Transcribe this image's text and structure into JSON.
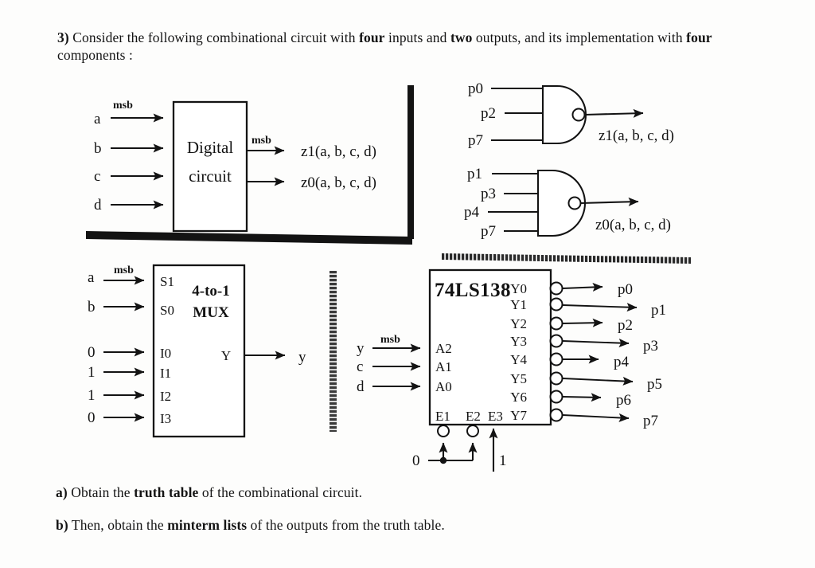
{
  "question": {
    "number": "3)",
    "intro_part1": " Consider the following combinational circuit with ",
    "intro_bold1": "four",
    "intro_part2": " inputs and ",
    "intro_bold2": "two",
    "intro_part3": " outputs, and its implementation with ",
    "intro_bold3": "four",
    "intro_part4": " components :",
    "a_marker": "a)",
    "a_part1": " Obtain the ",
    "a_bold": "truth table",
    "a_part2": " of the combinational circuit.",
    "b_marker": "b)",
    "b_part1": " Then, obtain the ",
    "b_bold": "minterm lists",
    "b_part2": " of the outputs from the truth table."
  },
  "block_diagram": {
    "box_line1": "Digital",
    "box_line2": "circuit",
    "msb_input": "msb",
    "msb_output": "msb",
    "inputs": [
      "a",
      "b",
      "c",
      "d"
    ],
    "outputs": [
      "z1(a, b, c, d)",
      "z0(a, b, c, d)"
    ]
  },
  "nand_gates": [
    {
      "name": "nand-z1",
      "inputs": [
        "p0",
        "p2",
        "p7"
      ],
      "output": "z1(a, b, c, d)"
    },
    {
      "name": "nand-z0",
      "inputs": [
        "p1",
        "p3",
        "p4",
        "p7"
      ],
      "output": "z0(a, b, c, d)"
    }
  ],
  "mux": {
    "title_line1": "4-to-1",
    "title_line2": "MUX",
    "msb": "msb",
    "select_pins": [
      "S1",
      "S0"
    ],
    "select_sources": [
      "a",
      "b"
    ],
    "data_pins": [
      "I0",
      "I1",
      "I2",
      "I3"
    ],
    "data_values": [
      "0",
      "1",
      "1",
      "0"
    ],
    "output_pin": "Y",
    "output_label": "y"
  },
  "decoder": {
    "chip": "74LS138",
    "msb": "msb",
    "address_pins": [
      "A2",
      "A1",
      "A0"
    ],
    "address_sources": [
      "y",
      "c",
      "d"
    ],
    "enable_pins": [
      "E1",
      "E2",
      "E3"
    ],
    "enable_values": [
      "0",
      "1"
    ],
    "output_pins": [
      "Y0",
      "Y1",
      "Y2",
      "Y3",
      "Y4",
      "Y5",
      "Y6",
      "Y7"
    ],
    "output_labels": [
      "p0",
      "p1",
      "p2",
      "p3",
      "p4",
      "p5",
      "p6",
      "p7"
    ]
  },
  "colors": {
    "ink": "#131313",
    "paper": "#fdfdfc"
  }
}
